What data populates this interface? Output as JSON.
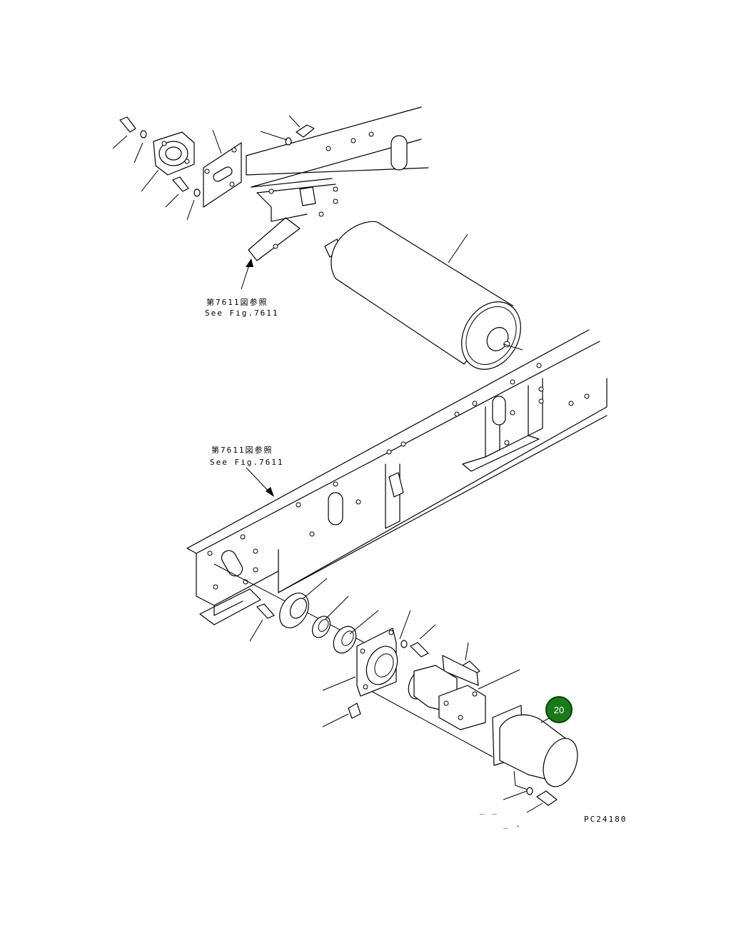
{
  "references": [
    {
      "jp": "第7611図参照",
      "en": "See Fig.7611"
    },
    {
      "jp": "第7611図参照",
      "en": "See Fig.7611"
    }
  ],
  "callout": {
    "label": "20",
    "fill": "#1a7a1a",
    "ring": "#0b3f0b"
  },
  "figure_code": "PC24180",
  "stray_marks": [
    "_ _",
    "_ ."
  ]
}
